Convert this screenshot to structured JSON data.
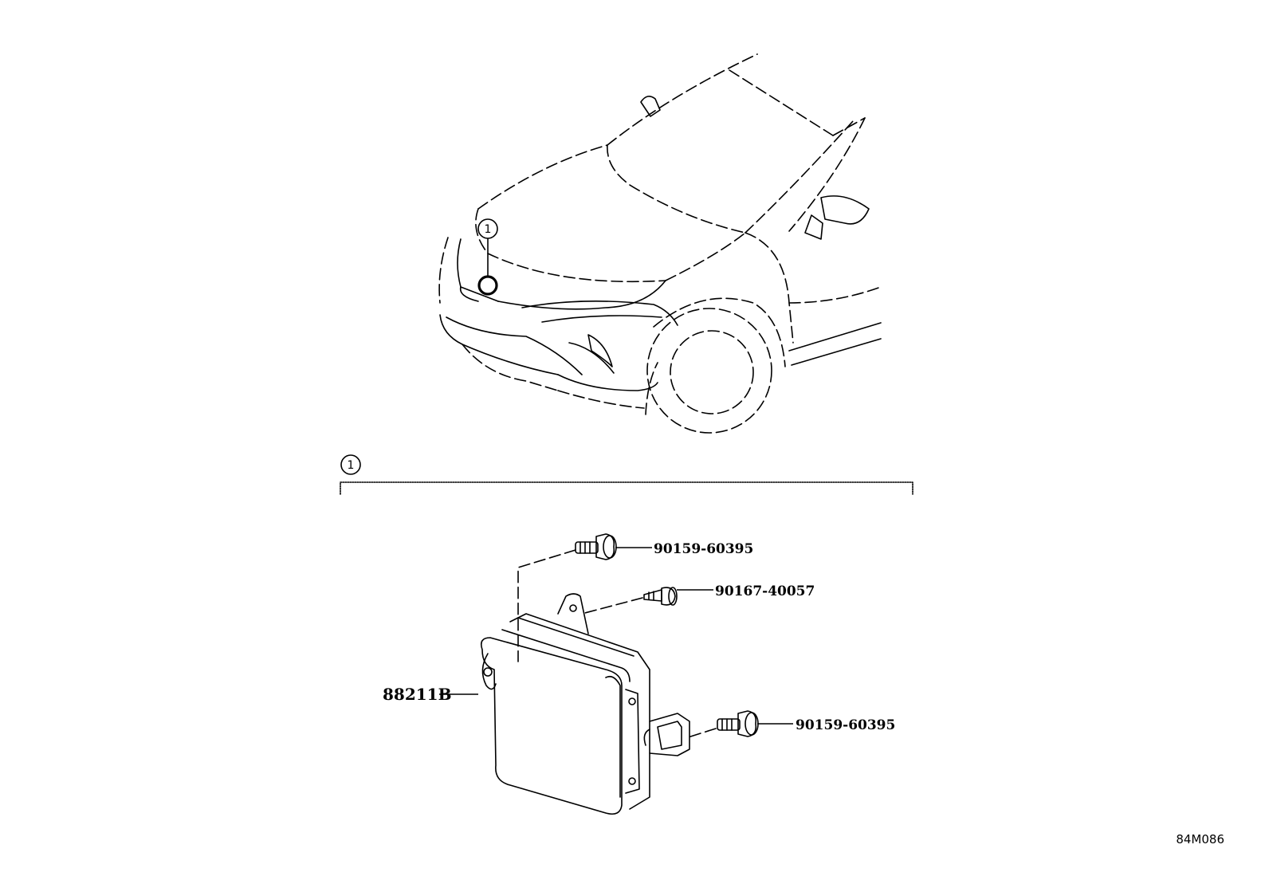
{
  "callouts": {
    "location_marker": "1",
    "assembly_marker": "1"
  },
  "parts": {
    "bolt_top": "90159-60395",
    "screw": "90167-40057",
    "bolt_bottom": "90159-60395",
    "radar_sensor": "88211B"
  },
  "illustration_code": "84M086"
}
